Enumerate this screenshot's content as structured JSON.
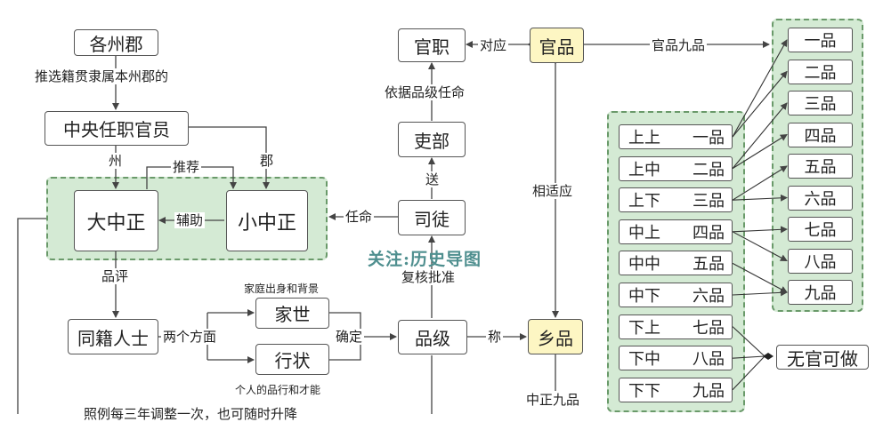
{
  "nodes": {
    "gezhoujun": "各州郡",
    "zhongyang": "中央任职官员",
    "dazhongzheng": "大中正",
    "xiaozhongzheng": "小中正",
    "tongji": "同籍人士",
    "jiashi": "家世",
    "xingzhuang": "行状",
    "pinji": "品级",
    "situ": "司徒",
    "libu": "吏部",
    "guanzhi": "官职",
    "guanpin": "官品",
    "xiangpin": "乡品",
    "wuguan": "无官可做"
  },
  "labels": {
    "tuixuan": "推选籍贯隶属本州郡的",
    "zhou": "州",
    "jun": "郡",
    "tuijian": "推荐",
    "fuzhu": "辅助",
    "renming": "任命",
    "pinping": "品评",
    "liangge": "两个方面",
    "jiating": "家庭出身和背景",
    "geren": "个人的品行和才能",
    "queding": "确定",
    "cheng": "称",
    "fuhe": "复核批准",
    "song": "送",
    "yiju": "依据品级任命",
    "duiying": "对应",
    "guanpinjiu": "官品九品",
    "xiangshi": "相适应",
    "zhongzheng": "中正九品",
    "bottom_cut": "照例每三年调整一次，也可随时升降"
  },
  "watermark": "关注:历史导图",
  "xiang_ranks": [
    {
      "grade": "上上",
      "pin": "一品"
    },
    {
      "grade": "上中",
      "pin": "二品"
    },
    {
      "grade": "上下",
      "pin": "三品"
    },
    {
      "grade": "中上",
      "pin": "四品"
    },
    {
      "grade": "中中",
      "pin": "五品"
    },
    {
      "grade": "中下",
      "pin": "六品"
    },
    {
      "grade": "下上",
      "pin": "七品"
    },
    {
      "grade": "下中",
      "pin": "八品"
    },
    {
      "grade": "下下",
      "pin": "九品"
    }
  ],
  "guan_ranks": [
    "一品",
    "二品",
    "三品",
    "四品",
    "五品",
    "六品",
    "七品",
    "八品",
    "九品"
  ],
  "mapping": [
    [
      1,
      2
    ],
    [
      3,
      4
    ],
    [
      5,
      6
    ],
    [
      7,
      8
    ],
    [
      9
    ],
    [
      9
    ],
    [
      0
    ],
    [
      0
    ],
    [
      0
    ]
  ],
  "colors": {
    "group_fill": "#d4ead4",
    "group_border": "#6a9a6a",
    "highlight": "#fdf6c3",
    "line": "#444444"
  }
}
